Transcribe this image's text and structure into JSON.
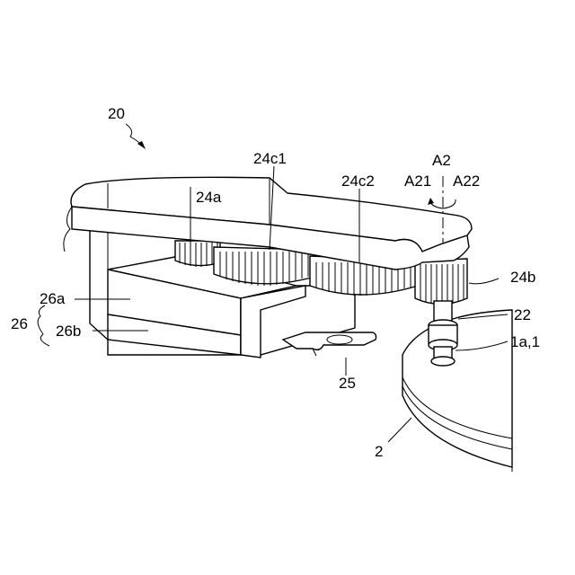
{
  "labels": {
    "assembly": "20",
    "gear_24c1": "24c1",
    "gear_24c2": "24c2",
    "axis": "A2",
    "rot_a21": "A21",
    "rot_a22": "A22",
    "gear_24a": "24a",
    "gear_24b": "24b",
    "block_26a": "26a",
    "block_26": "26",
    "block_26b": "26b",
    "part_22": "22",
    "part_1a1": "1a,1",
    "part_25": "25",
    "part_2": "2"
  }
}
